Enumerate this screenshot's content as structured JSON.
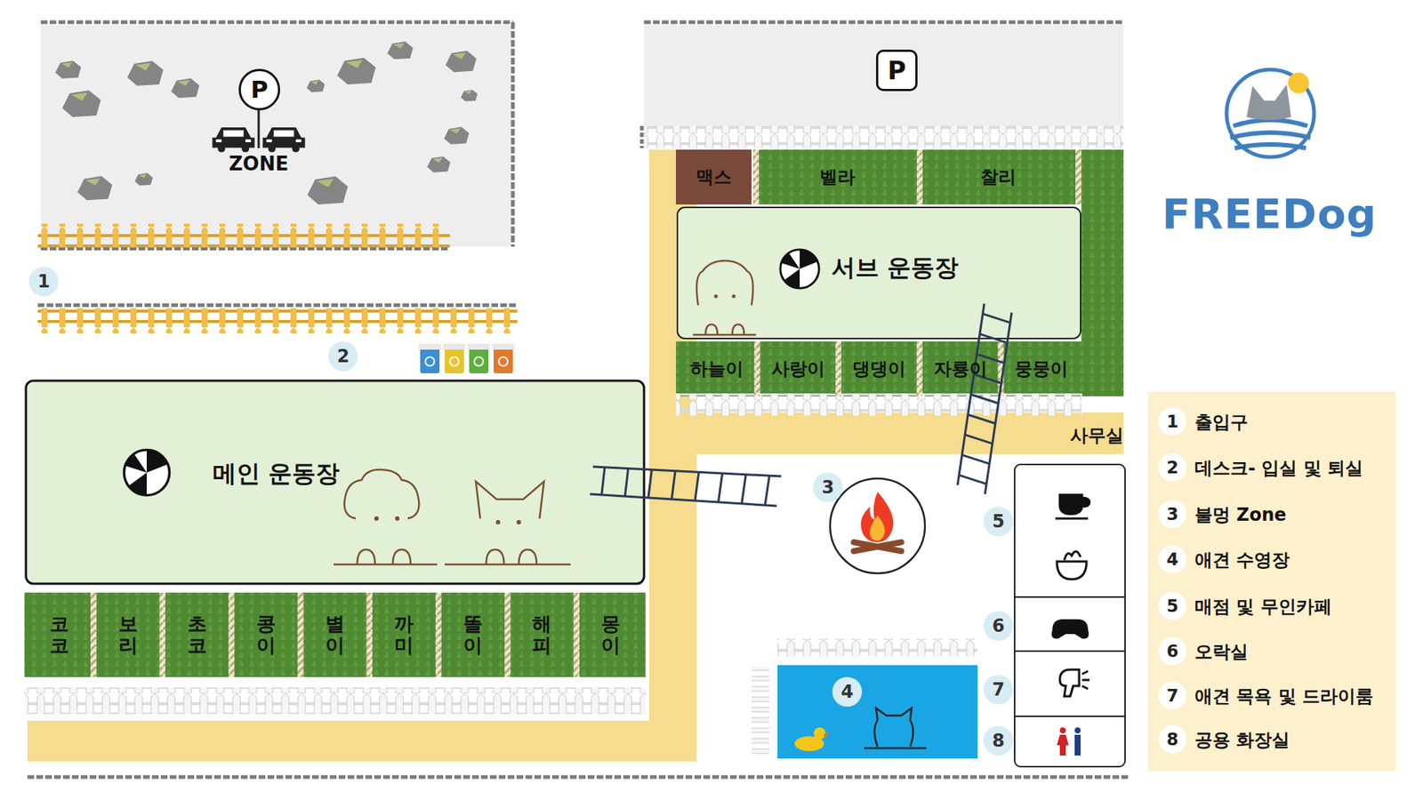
{
  "diagram": {
    "nodes": [
      {
        "text": [
          "P",
          "ZONE"
        ]
      },
      {
        "text": [
          "P"
        ]
      },
      {
        "text": [
          "맥스"
        ]
      },
      {
        "text": [
          "벨라"
        ]
      },
      {
        "text": [
          "찰리"
        ]
      },
      {
        "text": [
          "서브 운동장"
        ]
      },
      {
        "text": [
          "하늘이"
        ]
      },
      {
        "text": [
          "사랑이"
        ]
      },
      {
        "text": [
          "댕댕이"
        ]
      },
      {
        "text": [
          "자룡이"
        ]
      },
      {
        "text": [
          "뭉뭉이"
        ]
      },
      {
        "text": [
          "메인 운동장"
        ]
      },
      {
        "text": [
          "코코"
        ]
      },
      {
        "text": [
          "보리"
        ]
      },
      {
        "text": [
          "초코"
        ]
      },
      {
        "text": [
          "콩이"
        ]
      },
      {
        "text": [
          "별이"
        ]
      },
      {
        "text": [
          "까미"
        ]
      },
      {
        "text": [
          "똘이"
        ]
      },
      {
        "text": [
          "해피"
        ]
      },
      {
        "text": [
          "몽이"
        ]
      }
    ],
    "labels": [
      "1",
      "2",
      "3",
      "4",
      "5",
      "6",
      "7",
      "8",
      "사무실",
      "FREEDog",
      "1",
      "2",
      "3",
      "4",
      "5",
      "6",
      "7",
      "8"
    ],
    "legend": [
      {
        "text": "출입구"
      },
      {
        "text": "데스크- 입실 및 퇴실"
      },
      {
        "text": "불멍 Zone"
      },
      {
        "text": "애견 수영장"
      },
      {
        "text": "매점 및 무인카페"
      },
      {
        "text": "오락실"
      },
      {
        "text": "애견 목욕 및 드라이룸"
      },
      {
        "text": "공용 화장실"
      }
    ]
  }
}
